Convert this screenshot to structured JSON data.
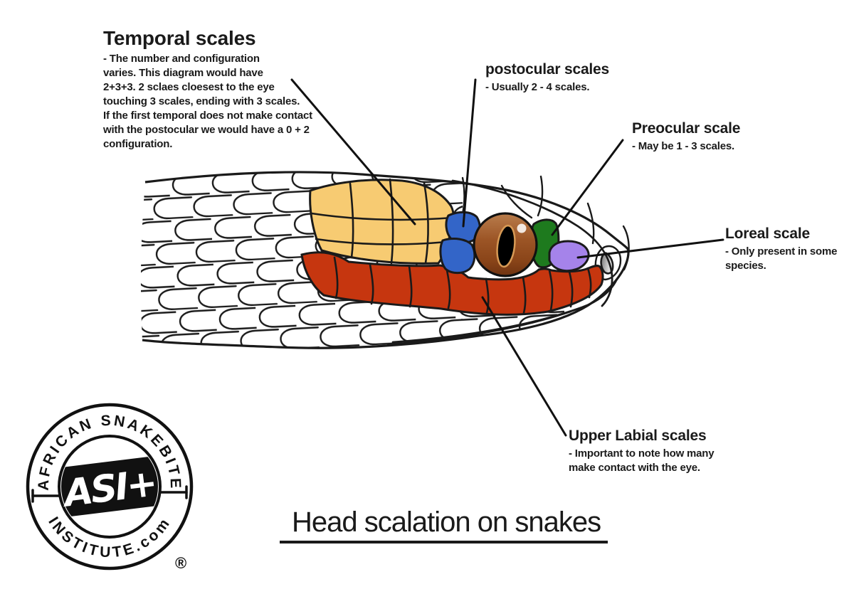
{
  "colors": {
    "outline": "#1a1a1a",
    "temporal": "#f7cb72",
    "postocular": "#3365c8",
    "preocular": "#1e7a1e",
    "loreal": "#a583ea",
    "labial": "#c6360f",
    "eye_iris": "#9c5526",
    "pupil": "#000000",
    "background": "#ffffff"
  },
  "labels": {
    "temporal": {
      "title": "Temporal scales",
      "body": "- The number and configuration\nvaries. This diagram would have\n2+3+3.  2 sclaes cloesest to the eye\ntouching 3 scales, ending with 3 scales.\nIf the first temporal does not make contact\nwith the postocular we would have a 0 + 2\nconfiguration."
    },
    "postocular": {
      "title": "postocular scales",
      "body": "- Usually 2 - 4 scales."
    },
    "preocular": {
      "title": "Preocular scale",
      "body": "- May be 1 - 3 scales."
    },
    "loreal": {
      "title": "Loreal scale",
      "body": "- Only present in some\nspecies."
    },
    "upper_labial": {
      "title": "Upper Labial scales",
      "body": "- Important to note how many\nmake contact with the eye."
    }
  },
  "title": "Head scalation on snakes",
  "logo": {
    "arc_top": "AFRICAN SNAKEBITE",
    "arc_bottom": "INSTITUTE.com",
    "monogram": "ASI+",
    "registered": "®"
  }
}
